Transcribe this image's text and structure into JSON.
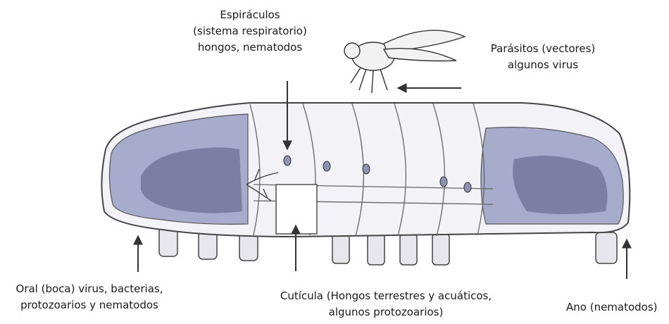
{
  "labels": {
    "espiraculos": [
      "Espiráculos",
      "(sistema respiratorio)",
      "hongos, nematodos"
    ],
    "parasitos": [
      "Parásitos  (vectores)",
      "algunos virus"
    ],
    "oral": [
      "Oral (boca) virus, bacterias,",
      "protozoarios y nematodos"
    ],
    "cuticula": [
      "Cutícula (Hongos terrestres y acuáticos,",
      "algunos protozoarios)"
    ],
    "ano": [
      "Ano (nematodos)"
    ]
  },
  "icons": [
    "larva-illustration",
    "fly-icon"
  ],
  "colors": {
    "shade": "#9fa4c7",
    "dark": "#6e7393",
    "outline": "#555555"
  }
}
